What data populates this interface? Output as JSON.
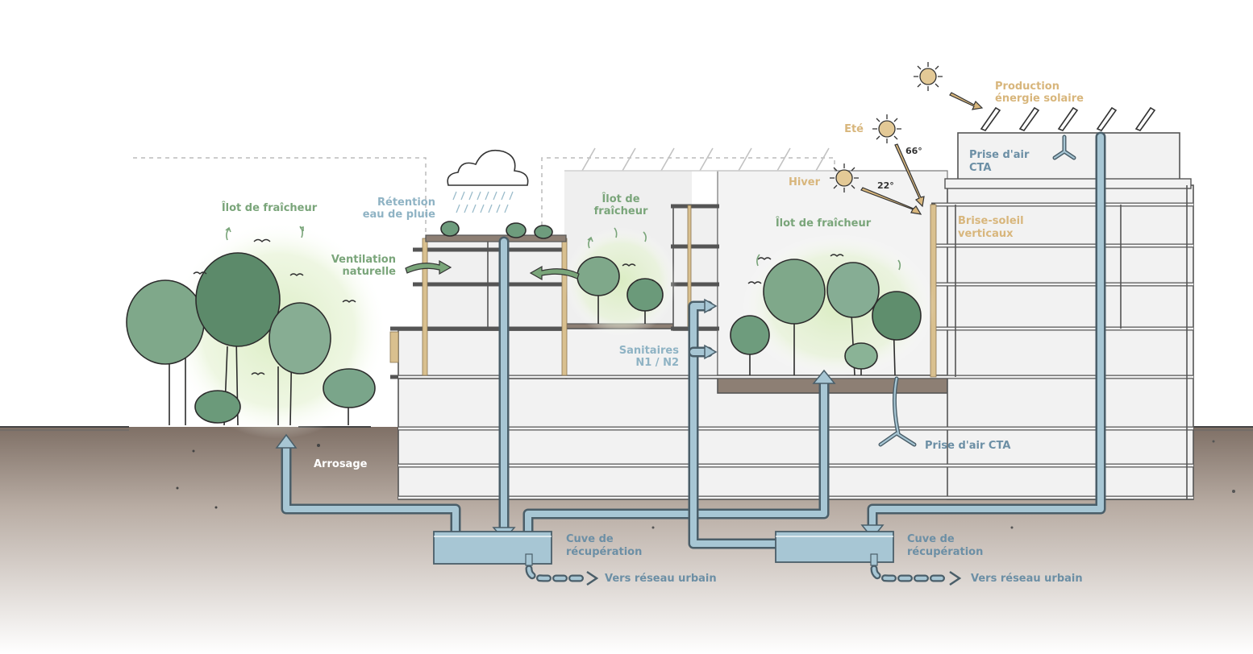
{
  "labels": {
    "ilot_fraicheur_left": "Îlot de fraîcheur",
    "retention_line1": "Rétention",
    "retention_line2": "eau de pluie",
    "ventilation_line1": "Ventilation",
    "ventilation_line2": "naturelle",
    "ilot_fraicheur_mid_line1": "Îlot de",
    "ilot_fraicheur_mid_line2": "fraîcheur",
    "ilot_fraicheur_patio": "Îlot de fraîcheur",
    "sanitaires_line1": "Sanitaires",
    "sanitaires_line2": "N1  / N2",
    "production_line1": "Production",
    "production_line2": "énergie solaire",
    "ete": "Eté",
    "hiver": "Hiver",
    "angle_summer": "66°",
    "angle_winter": "22°",
    "prise_air_roof_line1": "Prise d'air",
    "prise_air_roof_line2": "CTA",
    "brise_soleil_line1": "Brise-soleil",
    "brise_soleil_line2": "verticaux",
    "prise_air_cta": "Prise d'air CTA",
    "arrosage": "Arrosage",
    "cuve_left_line1": "Cuve de",
    "cuve_left_line2": "récupération",
    "cuve_right_line1": "Cuve de",
    "cuve_right_line2": "récupération",
    "vers_reseau_left": "Vers réseau urbain",
    "vers_reseau_right": "Vers réseau urbain"
  },
  "colors": {
    "vegetation": "#7aa57a",
    "water": "#a7c6d4",
    "water_label": "#8fb3c4",
    "solar": "#d8b67c",
    "ground": "#8d7f74",
    "building": "#f1f1f1"
  },
  "icons": [
    "sun-icon",
    "cloud-icon",
    "solar-panel-icon",
    "tree-icon",
    "bird-icon",
    "water-tank-icon"
  ]
}
